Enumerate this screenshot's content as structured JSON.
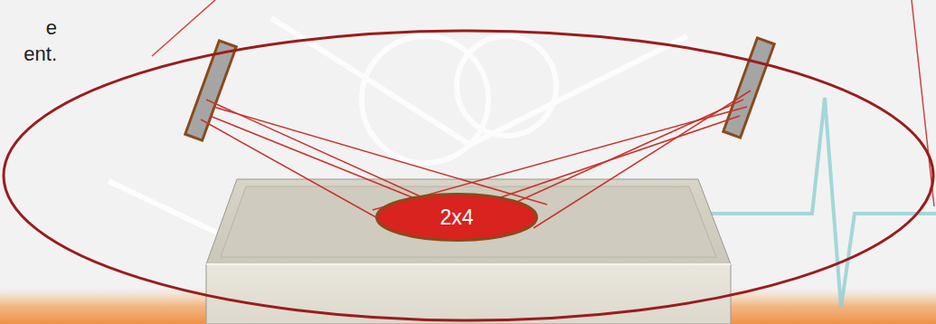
{
  "diagram": {
    "nodes": [
      {
        "text": [
          "2x4"
        ]
      }
    ],
    "labels": [
      "e",
      "ent."
    ]
  }
}
